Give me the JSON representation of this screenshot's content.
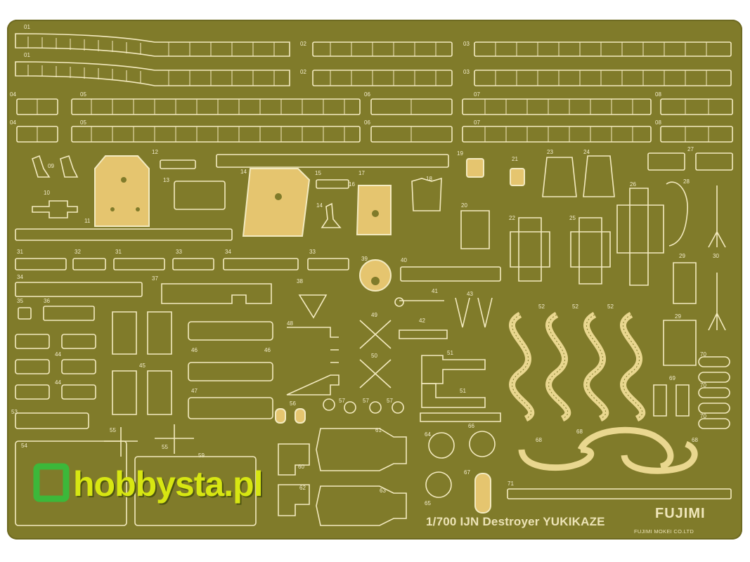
{
  "caption": "1/700 IJN Destroyer YUKIKAZE",
  "maker_name": "FUJIMI MOKEI CO.LTD",
  "maker_logo": "FUJIMI",
  "watermark_text": "hobbysta.pl",
  "colors": {
    "fret": "#807b2a",
    "brass_part": "#f3eabf",
    "brass_fill": "#e5c56f",
    "watermark_green": "#3cb83a",
    "watermark_yellow": "#d7e612"
  },
  "part_numbers": {
    "n01": "01",
    "n02": "02",
    "n03": "03",
    "n04": "04",
    "n05": "05",
    "n06": "06",
    "n07": "07",
    "n08": "08",
    "n09": "09",
    "n10": "10",
    "n11": "11",
    "n12": "12",
    "n13": "13",
    "n14": "14",
    "n15": "15",
    "n16": "16",
    "n17": "17",
    "n18": "18",
    "n19": "19",
    "n20": "20",
    "n21": "21",
    "n22": "22",
    "n23": "23",
    "n24": "24",
    "n25": "25",
    "n26": "26",
    "n27": "27",
    "n28": "28",
    "n29": "29",
    "n30": "30",
    "n31": "31",
    "n32": "32",
    "n33": "33",
    "n34": "34",
    "n35": "35",
    "n36": "36",
    "n37": "37",
    "n38": "38",
    "n39": "39",
    "n40": "40",
    "n41": "41",
    "n42": "42",
    "n43": "43",
    "n44": "44",
    "n45": "45",
    "n46": "46",
    "n47": "47",
    "n48": "48",
    "n49": "49",
    "n50": "50",
    "n51": "51",
    "n52": "52",
    "n53": "53",
    "n54": "54",
    "n55": "55",
    "n56": "56",
    "n57": "57",
    "n59": "59",
    "n60": "60",
    "n61": "61",
    "n62": "62",
    "n63": "63",
    "n64": "64",
    "n65": "65",
    "n66": "66",
    "n67": "67",
    "n68": "68",
    "n69": "69",
    "n70": "70",
    "n71": "71"
  }
}
